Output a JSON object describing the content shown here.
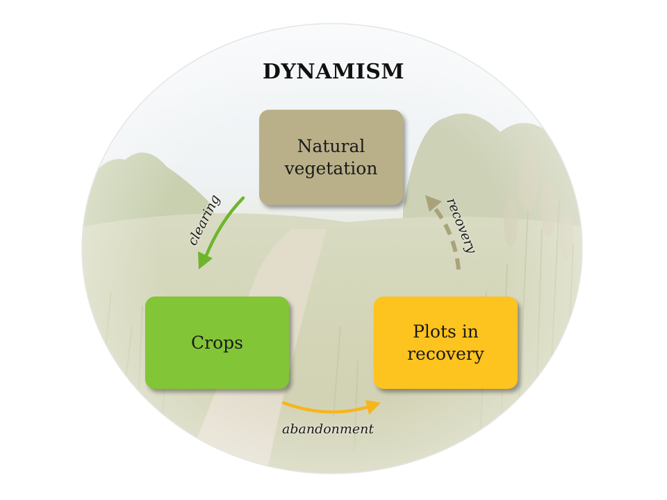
{
  "title": "DYNAMISM",
  "nodes": {
    "natural": "Natural vegetation",
    "crops": "Crops",
    "plots": "Plots in recovery"
  },
  "edges": {
    "clearing": "clearing",
    "abandonment": "abandonment",
    "recovery": "recovery"
  },
  "colors": {
    "natural": "#b9b08a",
    "crops": "#82c537",
    "plots": "#fdc31f",
    "clearing_arrow": "#6fb52c",
    "abandonment_arrow": "#f7b51c",
    "recovery_arrow": "#a9a27a"
  }
}
